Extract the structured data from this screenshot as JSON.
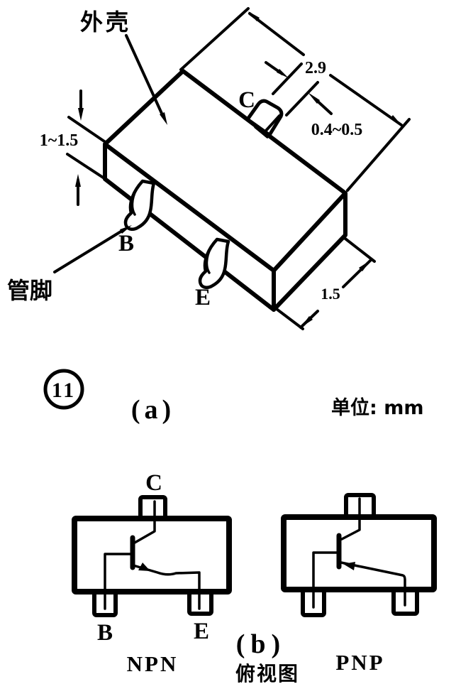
{
  "figure": {
    "unit_note": "单位: mm",
    "part_a": {
      "label": "(a)",
      "figure_number": "11",
      "case_label": "外壳",
      "pin_leader_label": "管脚",
      "pin_c": "C",
      "pin_b": "B",
      "pin_e": "E",
      "dim_length": "2.9",
      "dim_pin_width": "0.4~0.5",
      "dim_height": "1~1.5",
      "dim_depth": "1.5"
    },
    "part_b": {
      "label": "(b)",
      "caption": "俯视图",
      "npn": {
        "name": "NPN",
        "pin_c": "C",
        "pin_b": "B",
        "pin_e": "E"
      },
      "pnp": {
        "name": "PNP"
      }
    }
  }
}
